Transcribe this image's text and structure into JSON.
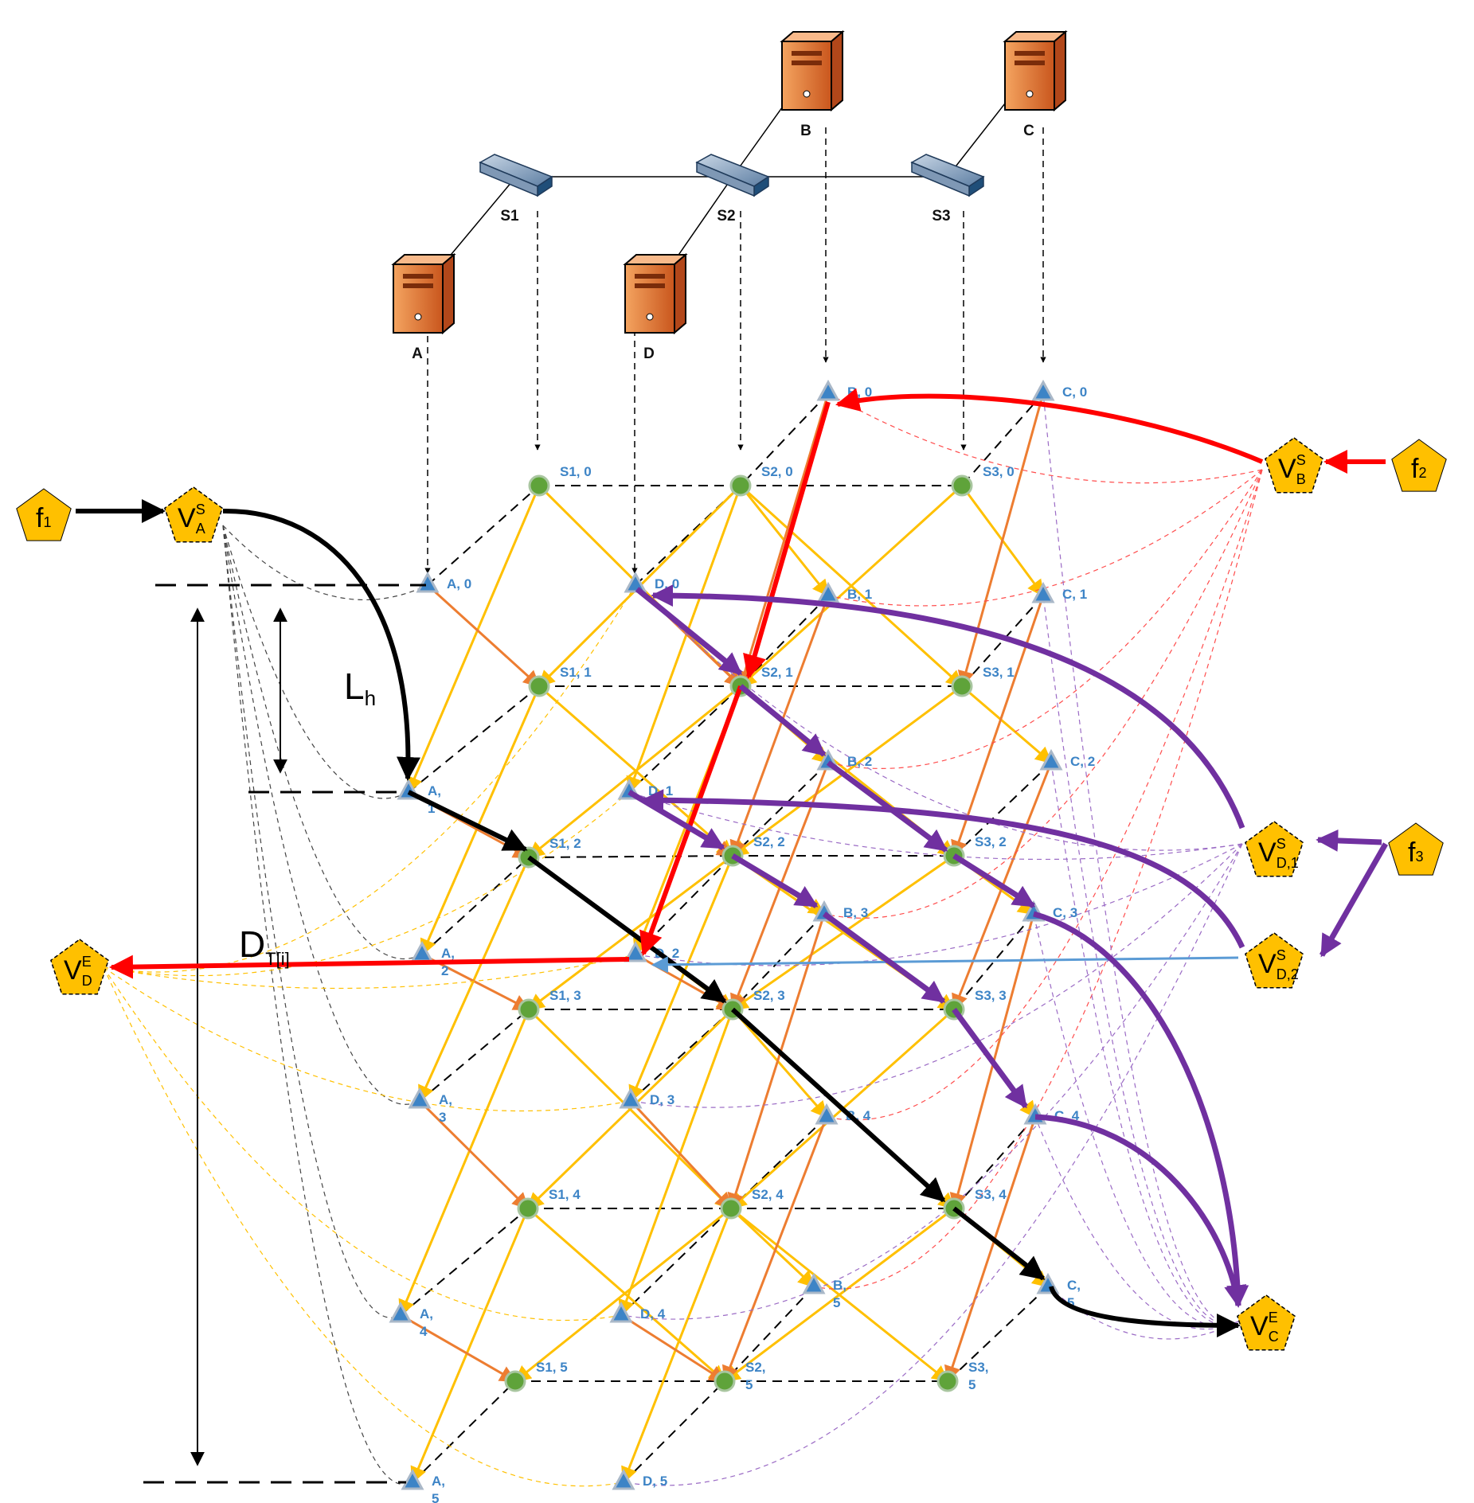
{
  "colors": {
    "host_green": "#5fa33a",
    "host_triangle": "#3d84c6",
    "label_blue": "#3d84c6",
    "yellow_edge": "#ffc000",
    "orange_edge": "#ed7d31",
    "flow1": "#000000",
    "flow2": "#ff0000",
    "flow3": "#7030a0",
    "pentagon": "#ffc000",
    "extra_blue": "#5b9bd5"
  },
  "devices": {
    "switches": [
      {
        "id": "S1",
        "label": "S1"
      },
      {
        "id": "S2",
        "label": "S2"
      },
      {
        "id": "S3",
        "label": "S3"
      }
    ],
    "servers": [
      {
        "id": "A",
        "label": "A"
      },
      {
        "id": "B",
        "label": "B"
      },
      {
        "id": "C",
        "label": "C"
      },
      {
        "id": "D",
        "label": "D"
      }
    ]
  },
  "time_slots": [
    0,
    1,
    2,
    3,
    4,
    5
  ],
  "switch_node_labels": {
    "S1": [
      "S1, 0",
      "S1, 1",
      "S1, 2",
      "S1, 3",
      "S1, 4",
      "S1, 5"
    ],
    "S2": [
      "S2, 0",
      "S2, 1",
      "S2, 2",
      "S2, 3",
      "S2, 4",
      "S2,\n5"
    ],
    "S3": [
      "S3, 0",
      "S3, 1",
      "S3, 2",
      "S3, 3",
      "S3, 4",
      "S3,\n5"
    ]
  },
  "host_node_labels": {
    "A": [
      "A, 0",
      "A,\n1",
      "A,\n2",
      "A,\n3",
      "A,\n4",
      "A,\n5"
    ],
    "B": [
      "B, 0",
      "B, 1",
      "B, 2",
      "B, 3",
      "B, 4",
      "B,\n5"
    ],
    "C": [
      "C, 0",
      "C, 1",
      "C, 2",
      "C, 3",
      "C, 4",
      "C,\n5"
    ],
    "D": [
      "D, 0",
      "D, 1",
      "D, 2",
      "D, 3",
      "D, 4",
      "D, 5"
    ]
  },
  "flows": [
    {
      "id": "f1",
      "label": "f",
      "sub": "1"
    },
    {
      "id": "f2",
      "label": "f",
      "sub": "2"
    },
    {
      "id": "f3",
      "label": "f",
      "sub": "3"
    }
  ],
  "virtual_nodes": [
    {
      "id": "VAS",
      "label": "V",
      "sup": "S",
      "sub": "A"
    },
    {
      "id": "VBS",
      "label": "V",
      "sup": "S",
      "sub": "B"
    },
    {
      "id": "VD1S",
      "label": "V",
      "sup": "S",
      "sub": "D,1"
    },
    {
      "id": "VD2S",
      "label": "V",
      "sup": "S",
      "sub": "D,2"
    },
    {
      "id": "VDE",
      "label": "V",
      "sup": "E",
      "sub": "D"
    },
    {
      "id": "VCE",
      "label": "V",
      "sup": "E",
      "sub": "C"
    }
  ],
  "annotations": {
    "lh_main": "L",
    "lh_sub": "h",
    "dt_main": "D",
    "dt_sub": "T[i]"
  }
}
